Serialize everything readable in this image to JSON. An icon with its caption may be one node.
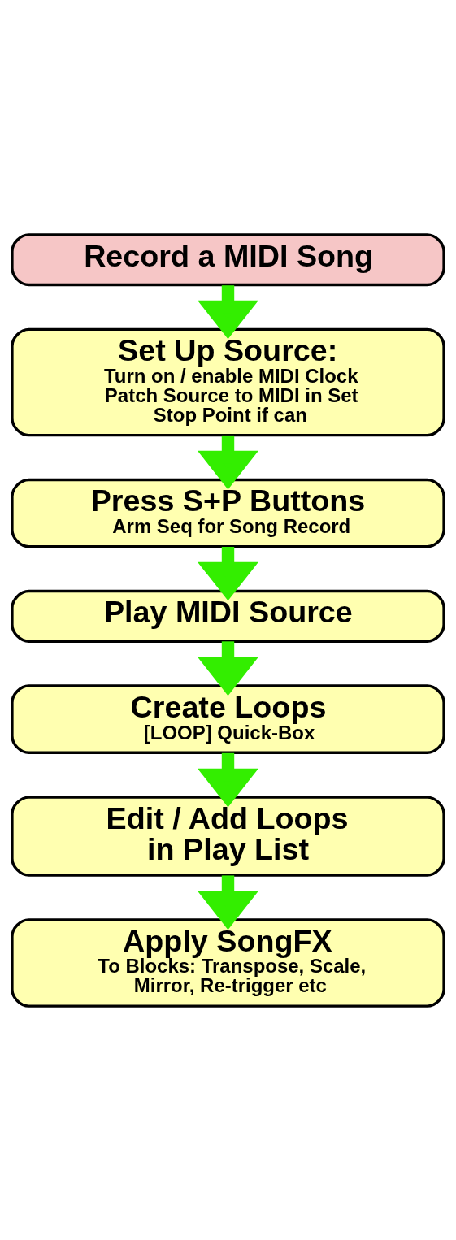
{
  "diagram": {
    "nodes": [
      {
        "text": [
          "Record a MIDI Song"
        ]
      },
      {
        "text": [
          "Set Up Source:",
          "Turn on / enable MIDI Clock Patch Source to MIDI in Set Stop Point if can"
        ]
      },
      {
        "text": [
          "Press S+P Buttons",
          "Arm Seq for Song Record"
        ]
      },
      {
        "text": [
          "Play MIDI Source"
        ]
      },
      {
        "text": [
          "Create Loops",
          "[LOOP] Quick-Box"
        ]
      },
      {
        "text": [
          "Edit / Add Loops in Play List"
        ]
      },
      {
        "text": [
          "Apply SongFX",
          "To Blocks: Transpose, Scale, Mirror, Re-trigger etc"
        ]
      }
    ],
    "edges": [
      {
        "from": 0,
        "to": 1,
        "arrow": "to"
      },
      {
        "from": 1,
        "to": 2,
        "arrow": "to"
      },
      {
        "from": 2,
        "to": 3,
        "arrow": "to"
      },
      {
        "from": 3,
        "to": 4,
        "arrow": "to"
      },
      {
        "from": 4,
        "to": 5,
        "arrow": "to"
      },
      {
        "from": 5,
        "to": 6,
        "arrow": "to"
      }
    ]
  }
}
